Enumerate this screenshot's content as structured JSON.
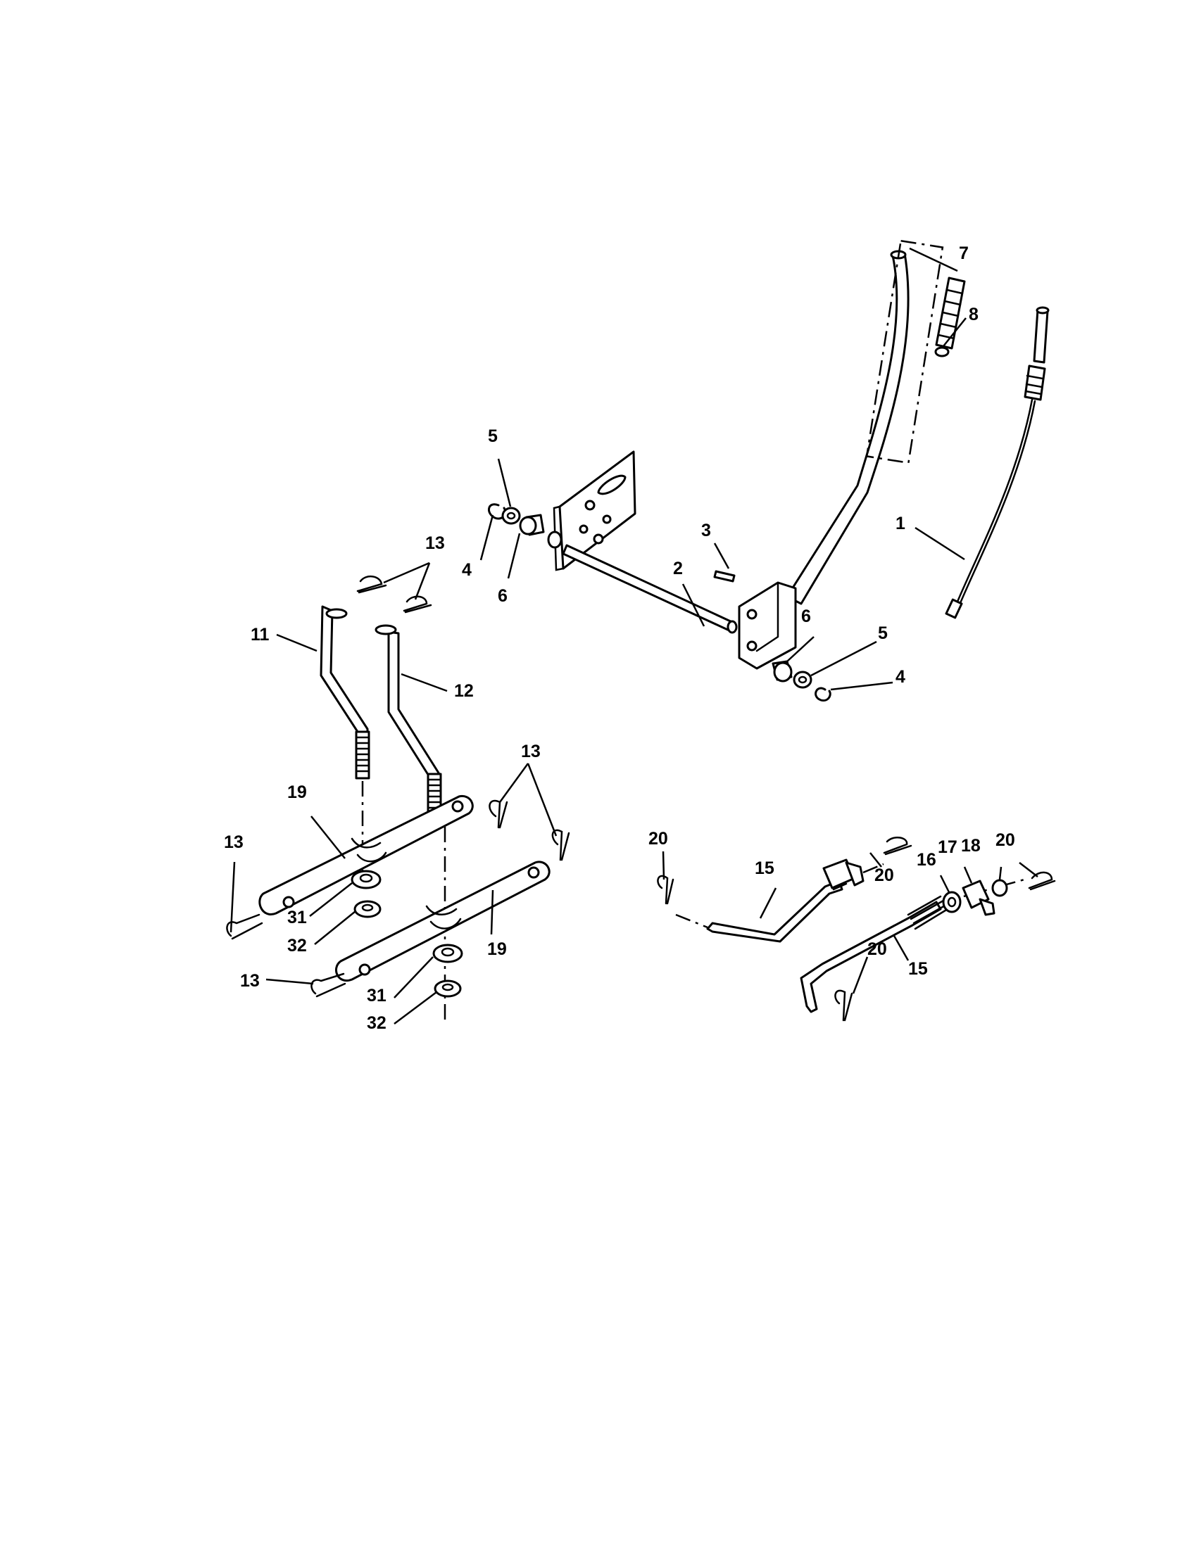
{
  "callouts": {
    "c1": "1",
    "c2": "2",
    "c3": "3",
    "c4a": "4",
    "c4b": "4",
    "c5a": "5",
    "c5b": "5",
    "c6a": "6",
    "c6b": "6",
    "c7": "7",
    "c8": "8",
    "c11": "11",
    "c12": "12",
    "c13a": "13",
    "c13b": "13",
    "c13c": "13",
    "c13d": "13",
    "c15a": "15",
    "c15b": "15",
    "c16": "16",
    "c17": "17",
    "c18": "18",
    "c19a": "19",
    "c19b": "19",
    "c20a": "20",
    "c20b": "20",
    "c20c": "20",
    "c20d": "20",
    "c31a": "31",
    "c31b": "31",
    "c32a": "32",
    "c32b": "32"
  }
}
